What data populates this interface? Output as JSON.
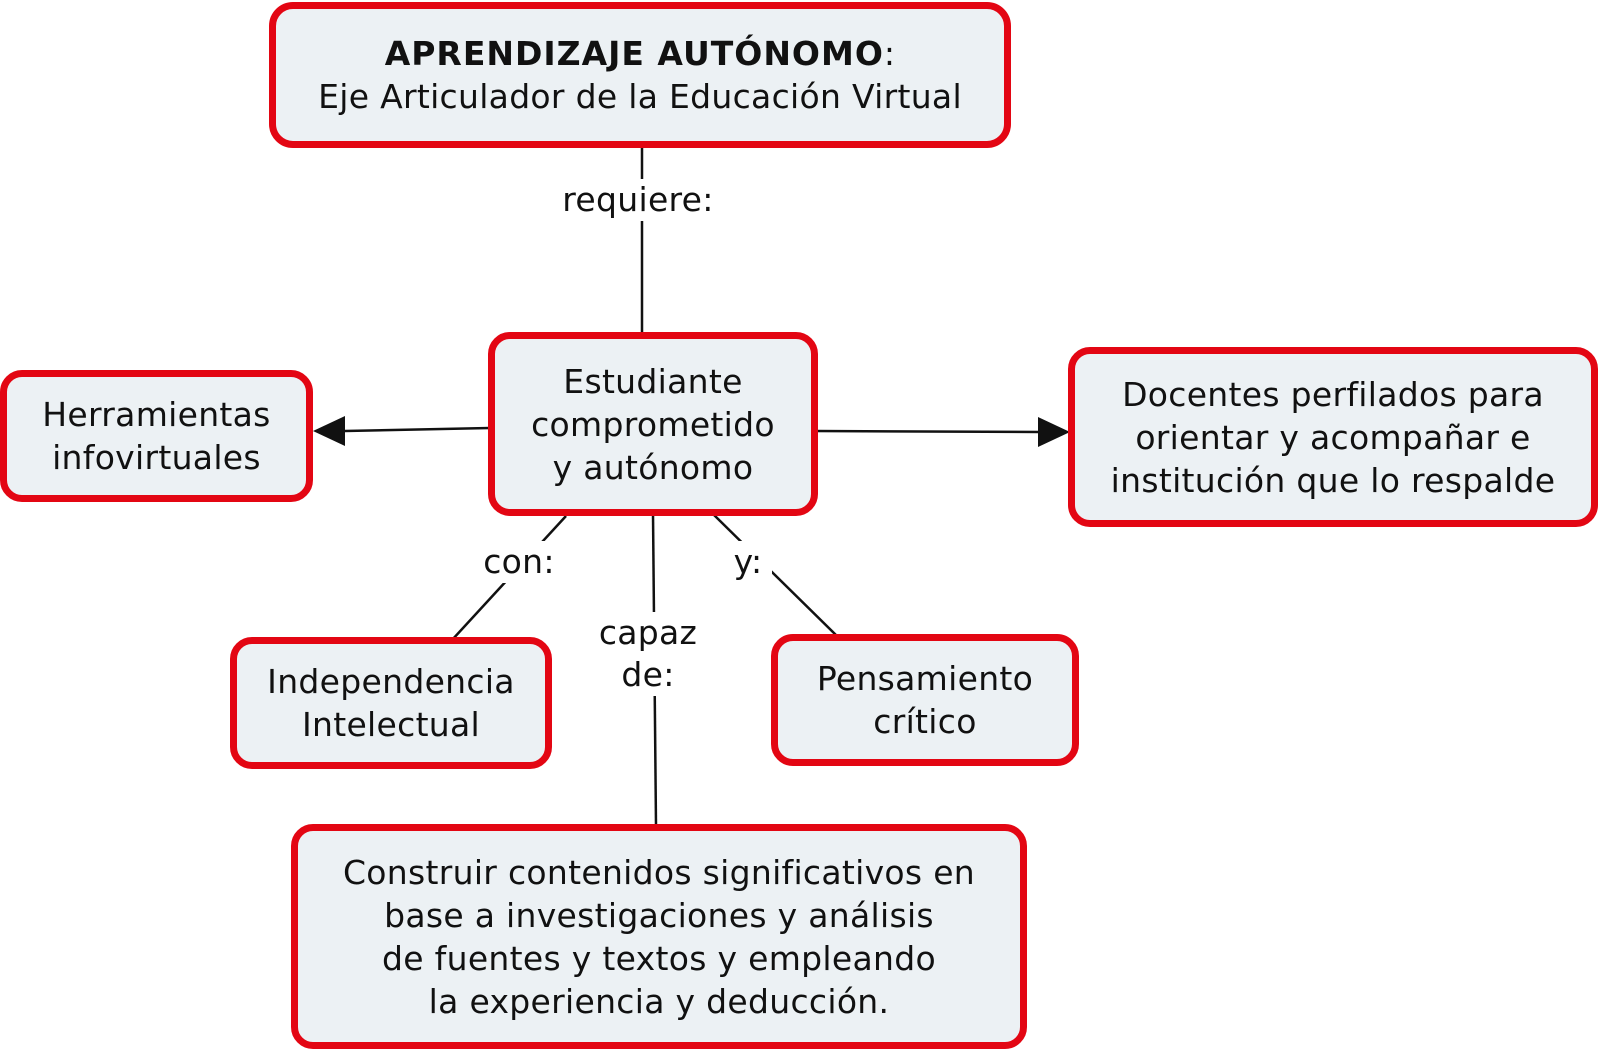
{
  "nodes": {
    "title": {
      "heading": "APRENDIZAJE AUTÓNOMO",
      "colon": ":",
      "subtitle": "Eje Articulador de la Educación Virtual"
    },
    "student": {
      "lines": [
        "Estudiante",
        "comprometido",
        "y autónomo"
      ]
    },
    "tools": {
      "lines": [
        "Herramientas",
        "infovirtuales"
      ]
    },
    "teachers": {
      "lines": [
        "Docentes perfilados para",
        "orientar y acompañar e",
        "institución que lo respalde"
      ]
    },
    "independence": {
      "lines": [
        "Independencia",
        "Intelectual"
      ]
    },
    "critical": {
      "lines": [
        "Pensamiento",
        "crítico"
      ]
    },
    "build": {
      "lines": [
        "Construir contenidos significativos en",
        "base a investigaciones y análisis",
        "de fuentes y textos y empleando",
        "la experiencia y deducción."
      ]
    }
  },
  "links": {
    "requiere": "requiere:",
    "con": "con:",
    "capaz_line1": "capaz",
    "capaz_line2": "de:",
    "y": "y:"
  },
  "colors": {
    "node_border": "#e30613",
    "node_fill": "#ecf1f4",
    "line": "#111111"
  }
}
